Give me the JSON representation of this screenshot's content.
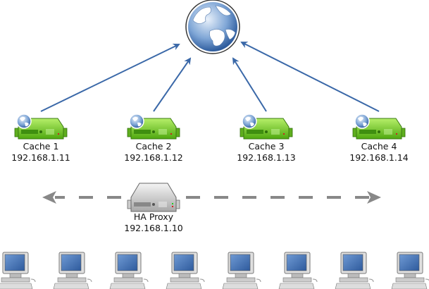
{
  "internet": {
    "icon": "globe-icon"
  },
  "caches": [
    {
      "name": "Cache 1",
      "ip": "192.168.1.11"
    },
    {
      "name": "Cache 2",
      "ip": "192.168.1.12"
    },
    {
      "name": "Cache 3",
      "ip": "192.168.1.13"
    },
    {
      "name": "Cache 4",
      "ip": "192.168.1.14"
    }
  ],
  "proxy": {
    "name": "HA Proxy",
    "ip": "192.168.1.10"
  },
  "clients_count": 8,
  "colors": {
    "arrow": "#3a68a8",
    "dashed": "#888888",
    "cache": "#6cc81e",
    "proxy": "#c8c8c8",
    "screen": "#3d6db0"
  }
}
